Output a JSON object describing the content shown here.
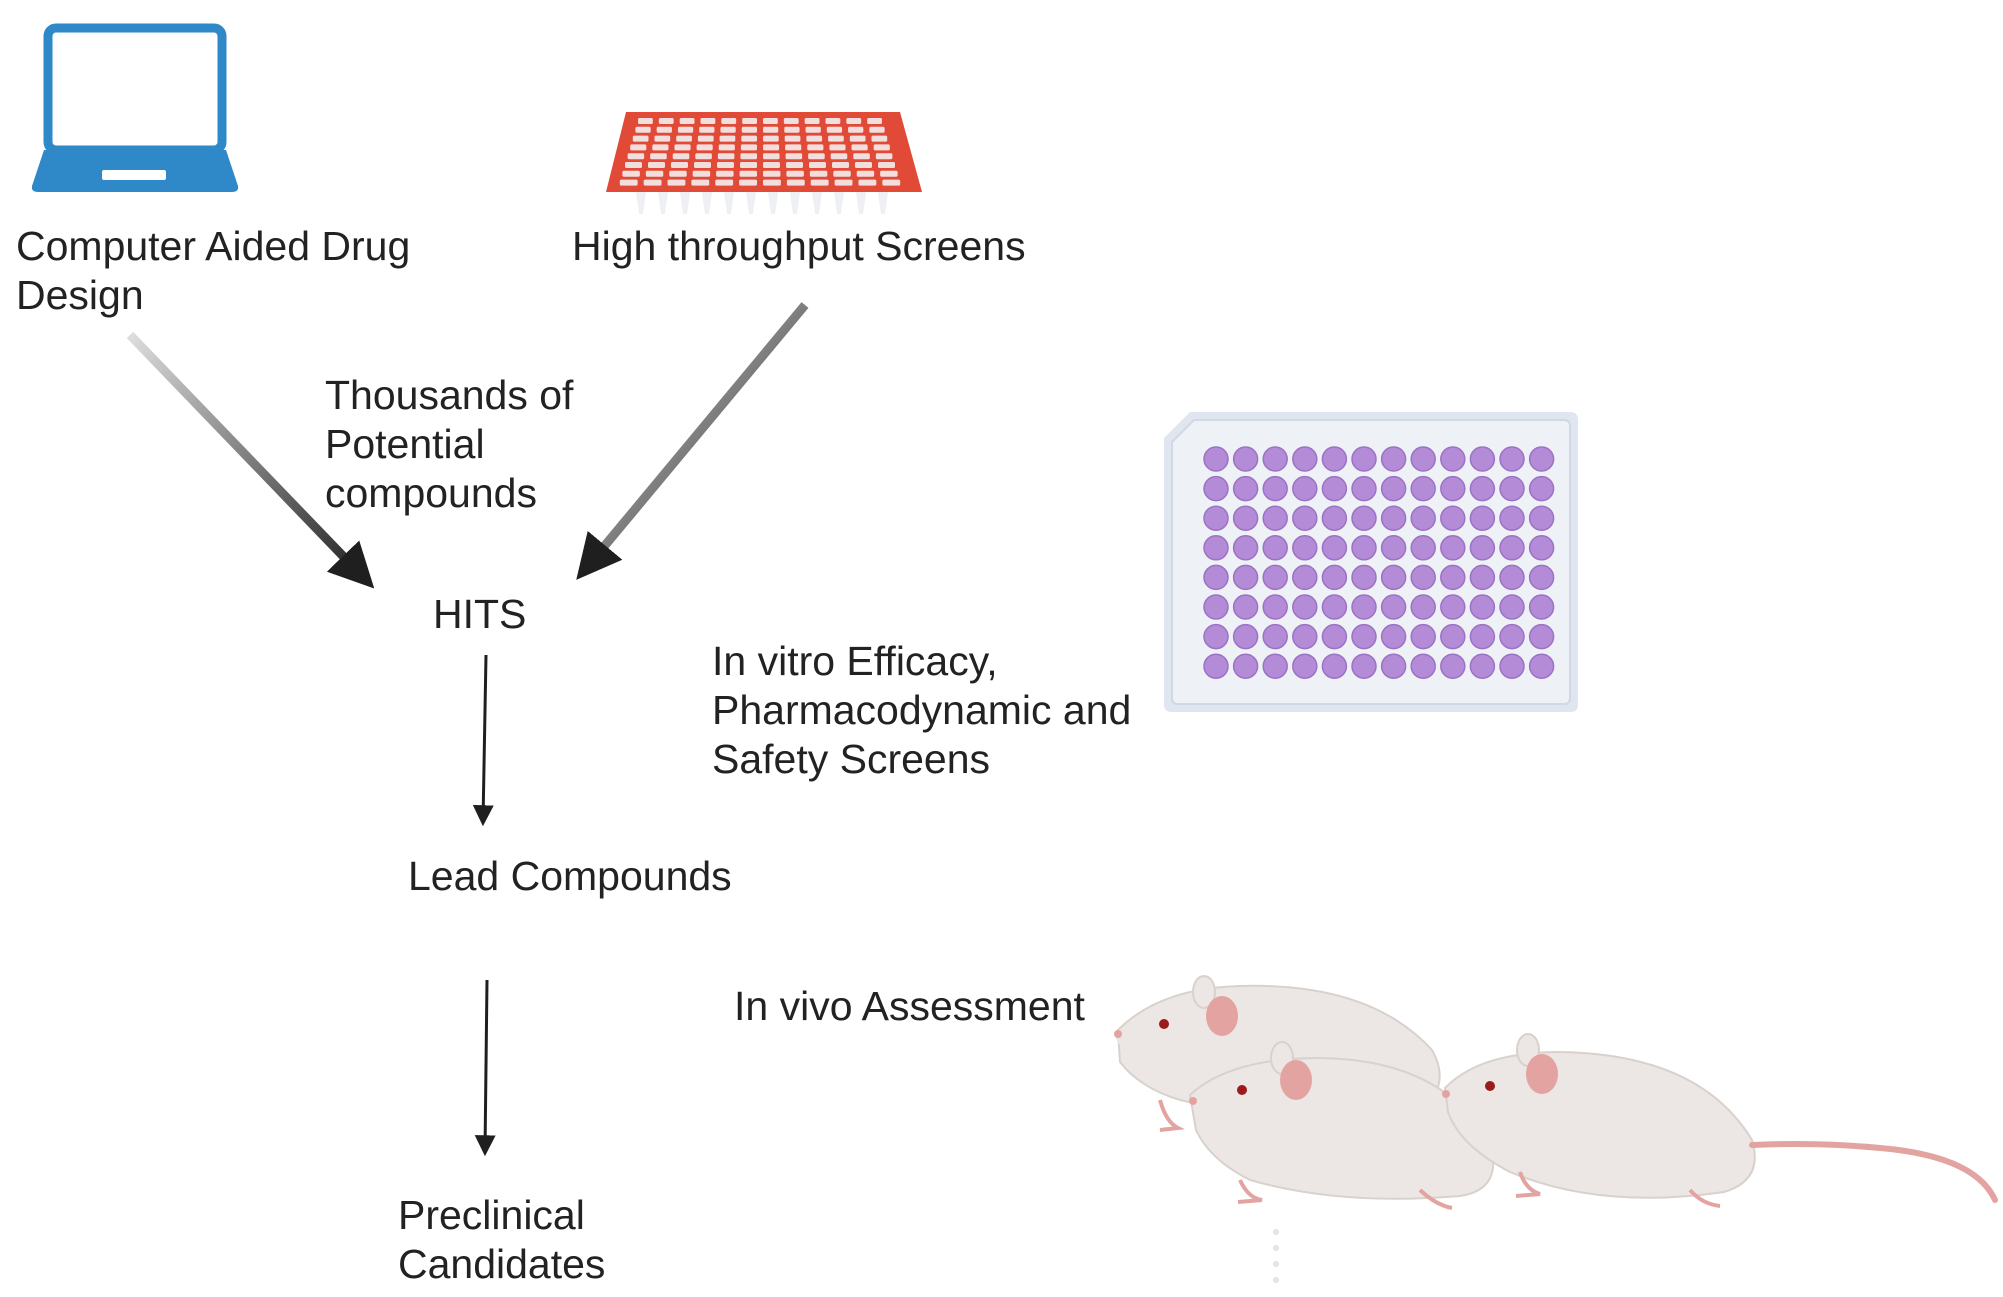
{
  "diagram": {
    "labels": {
      "cadd": "Computer Aided Drug\nDesign",
      "hts": "High throughput Screens",
      "thousands": "Thousands of\nPotential\ncompounds",
      "hits": "HITS",
      "in_vitro": "In vitro Efficacy,\nPharmacodynamic and\nSafety Screens",
      "lead": "Lead Compounds",
      "in_vivo": "In vivo Assessment",
      "preclinical": "Preclinical\nCandidates"
    },
    "icons": [
      "laptop-icon",
      "pcr-plate-icon",
      "well-plate-icon",
      "mice-icon"
    ],
    "colors": {
      "laptop": "#2f88c8",
      "laptop_dark": "#1f5e8c",
      "pcr_plate": "#e04a36",
      "well": "#b38bd6",
      "plate_bg": "#e7ecf3",
      "mouse_body": "#ece7e4",
      "mouse_pink": "#e3a3a0",
      "arrow": "#1f1f1f"
    },
    "well_plate": {
      "rows": 8,
      "cols": 12
    },
    "pcr_plate": {
      "rows": 8,
      "cols": 12
    }
  }
}
